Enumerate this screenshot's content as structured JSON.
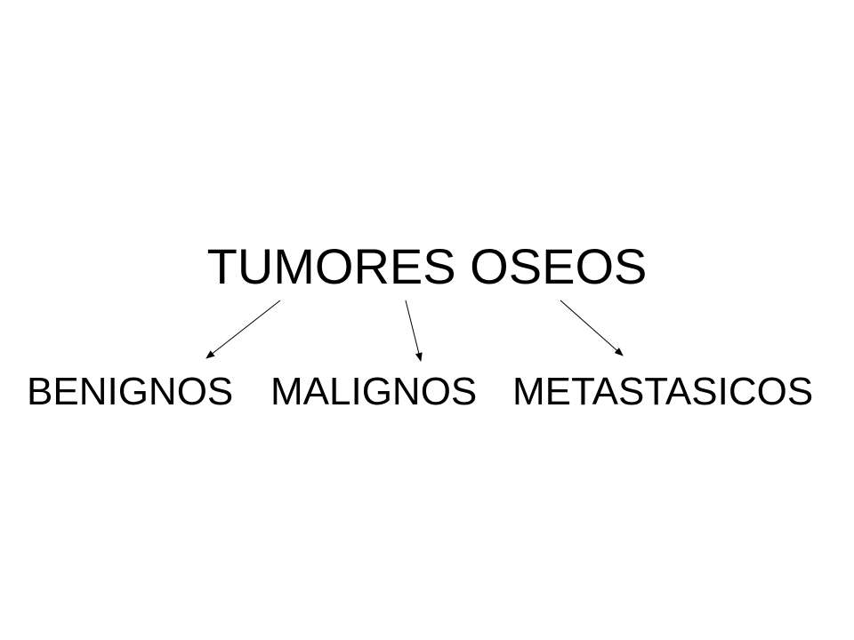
{
  "diagram": {
    "root": "TUMORES OSEOS",
    "children": [
      "BENIGNOS",
      "MALIGNOS",
      "METASTASICOS"
    ],
    "edges": [
      {
        "from": "TUMORES OSEOS",
        "to": "BENIGNOS"
      },
      {
        "from": "TUMORES OSEOS",
        "to": "MALIGNOS"
      },
      {
        "from": "TUMORES OSEOS",
        "to": "METASTASICOS"
      }
    ],
    "colors": {
      "text": "#000000",
      "background": "#ffffff",
      "arrow": "#000000"
    }
  }
}
